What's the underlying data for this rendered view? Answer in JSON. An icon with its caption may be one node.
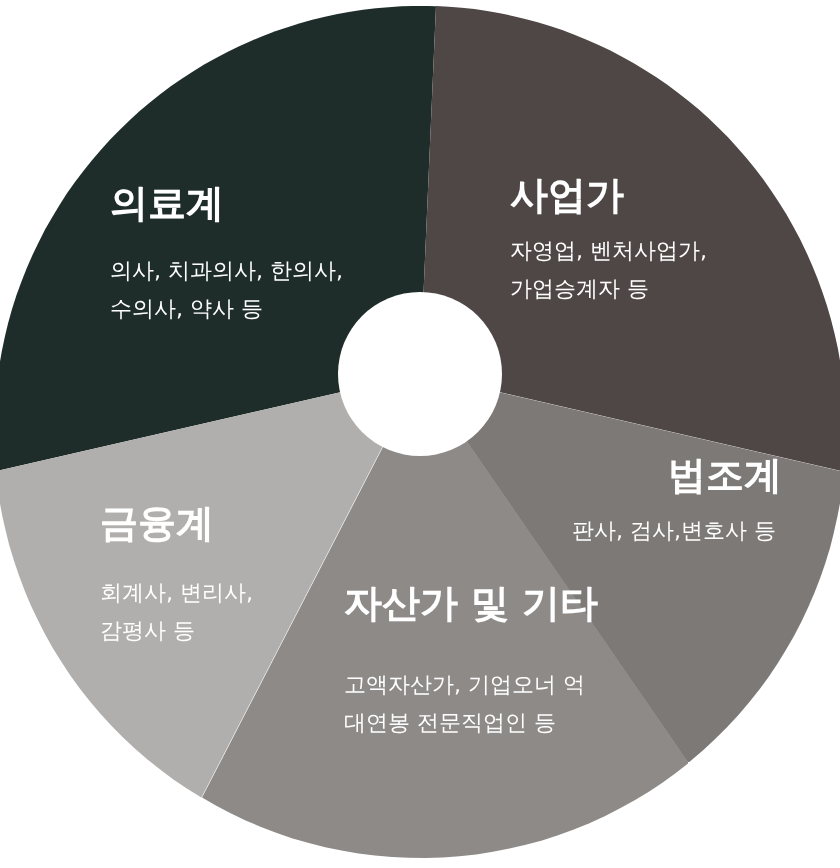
{
  "diagram": {
    "nodes": [
      {
        "text": [
          "의료계",
          "의사, 치과의사, 한의사, 수의사, 약사 등"
        ]
      },
      {
        "text": [
          "사업가",
          "자영업, 벤처사업가, 가업승계자 등"
        ]
      },
      {
        "text": [
          "법조계",
          "판사, 검사,변호사 등"
        ]
      },
      {
        "text": [
          "자산가 및 기타",
          "고액자산가, 기업오너 억대연봉 전문직업인 등"
        ]
      },
      {
        "text": [
          "금융계",
          "회계사, 변리사, 감평사 등"
        ]
      },
      {
        "text": [],
        "shape": "circle"
      }
    ]
  }
}
